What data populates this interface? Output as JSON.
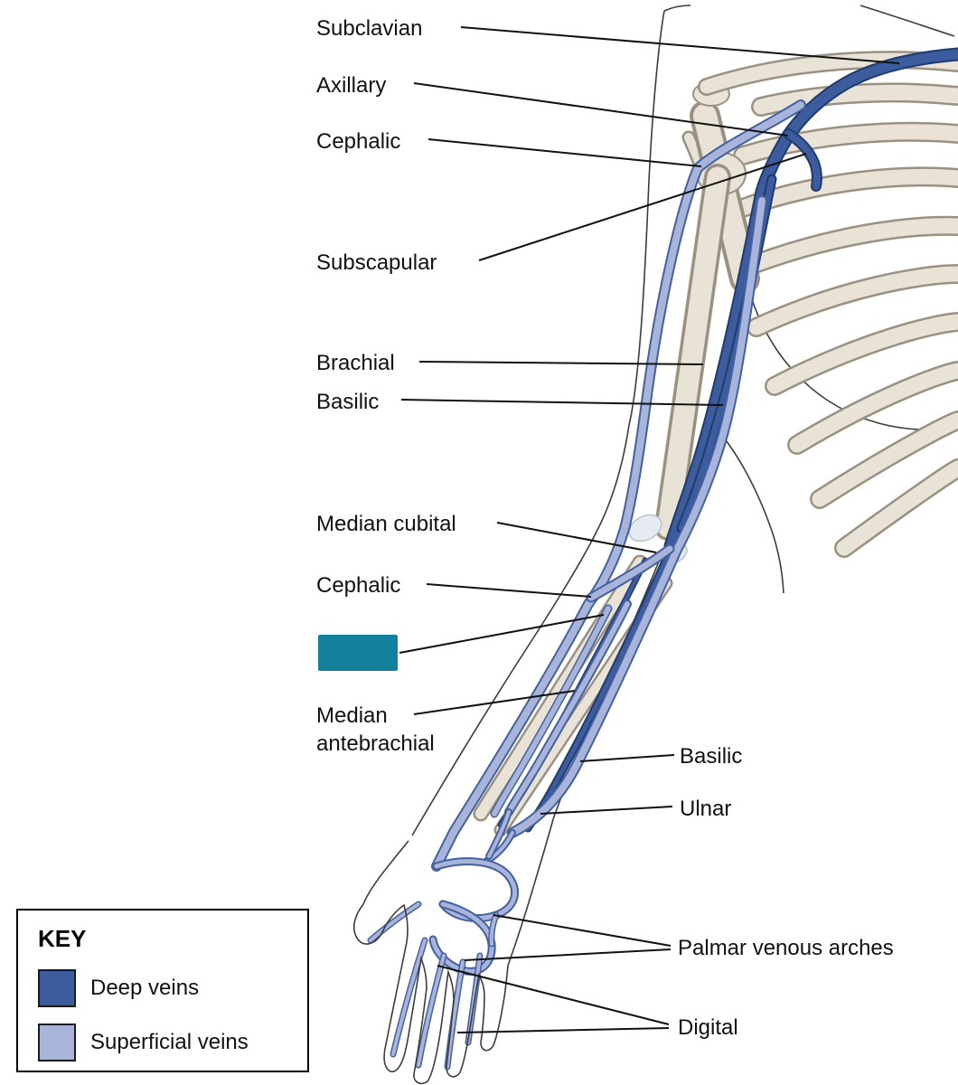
{
  "diagram": {
    "labels": {
      "subclavian": "Subclavian",
      "axillary": "Axillary",
      "cephalic_upper": "Cephalic",
      "subscapular": "Subscapular",
      "brachial": "Brachial",
      "basilic_upper": "Basilic",
      "median_cubital": "Median cubital",
      "cephalic_lower": "Cephalic",
      "median_antebrachial": "Median antebrachial",
      "basilic_lower": "Basilic",
      "ulnar": "Ulnar",
      "palmar_venous_arches": "Palmar venous arches",
      "digital": "Digital"
    },
    "key": {
      "title": "KEY",
      "items": [
        {
          "label": "Deep veins",
          "color": "#3d5c9e"
        },
        {
          "label": "Superficial veins",
          "color": "#a9b4da"
        }
      ]
    },
    "redaction": {
      "color": "#15809c"
    }
  }
}
